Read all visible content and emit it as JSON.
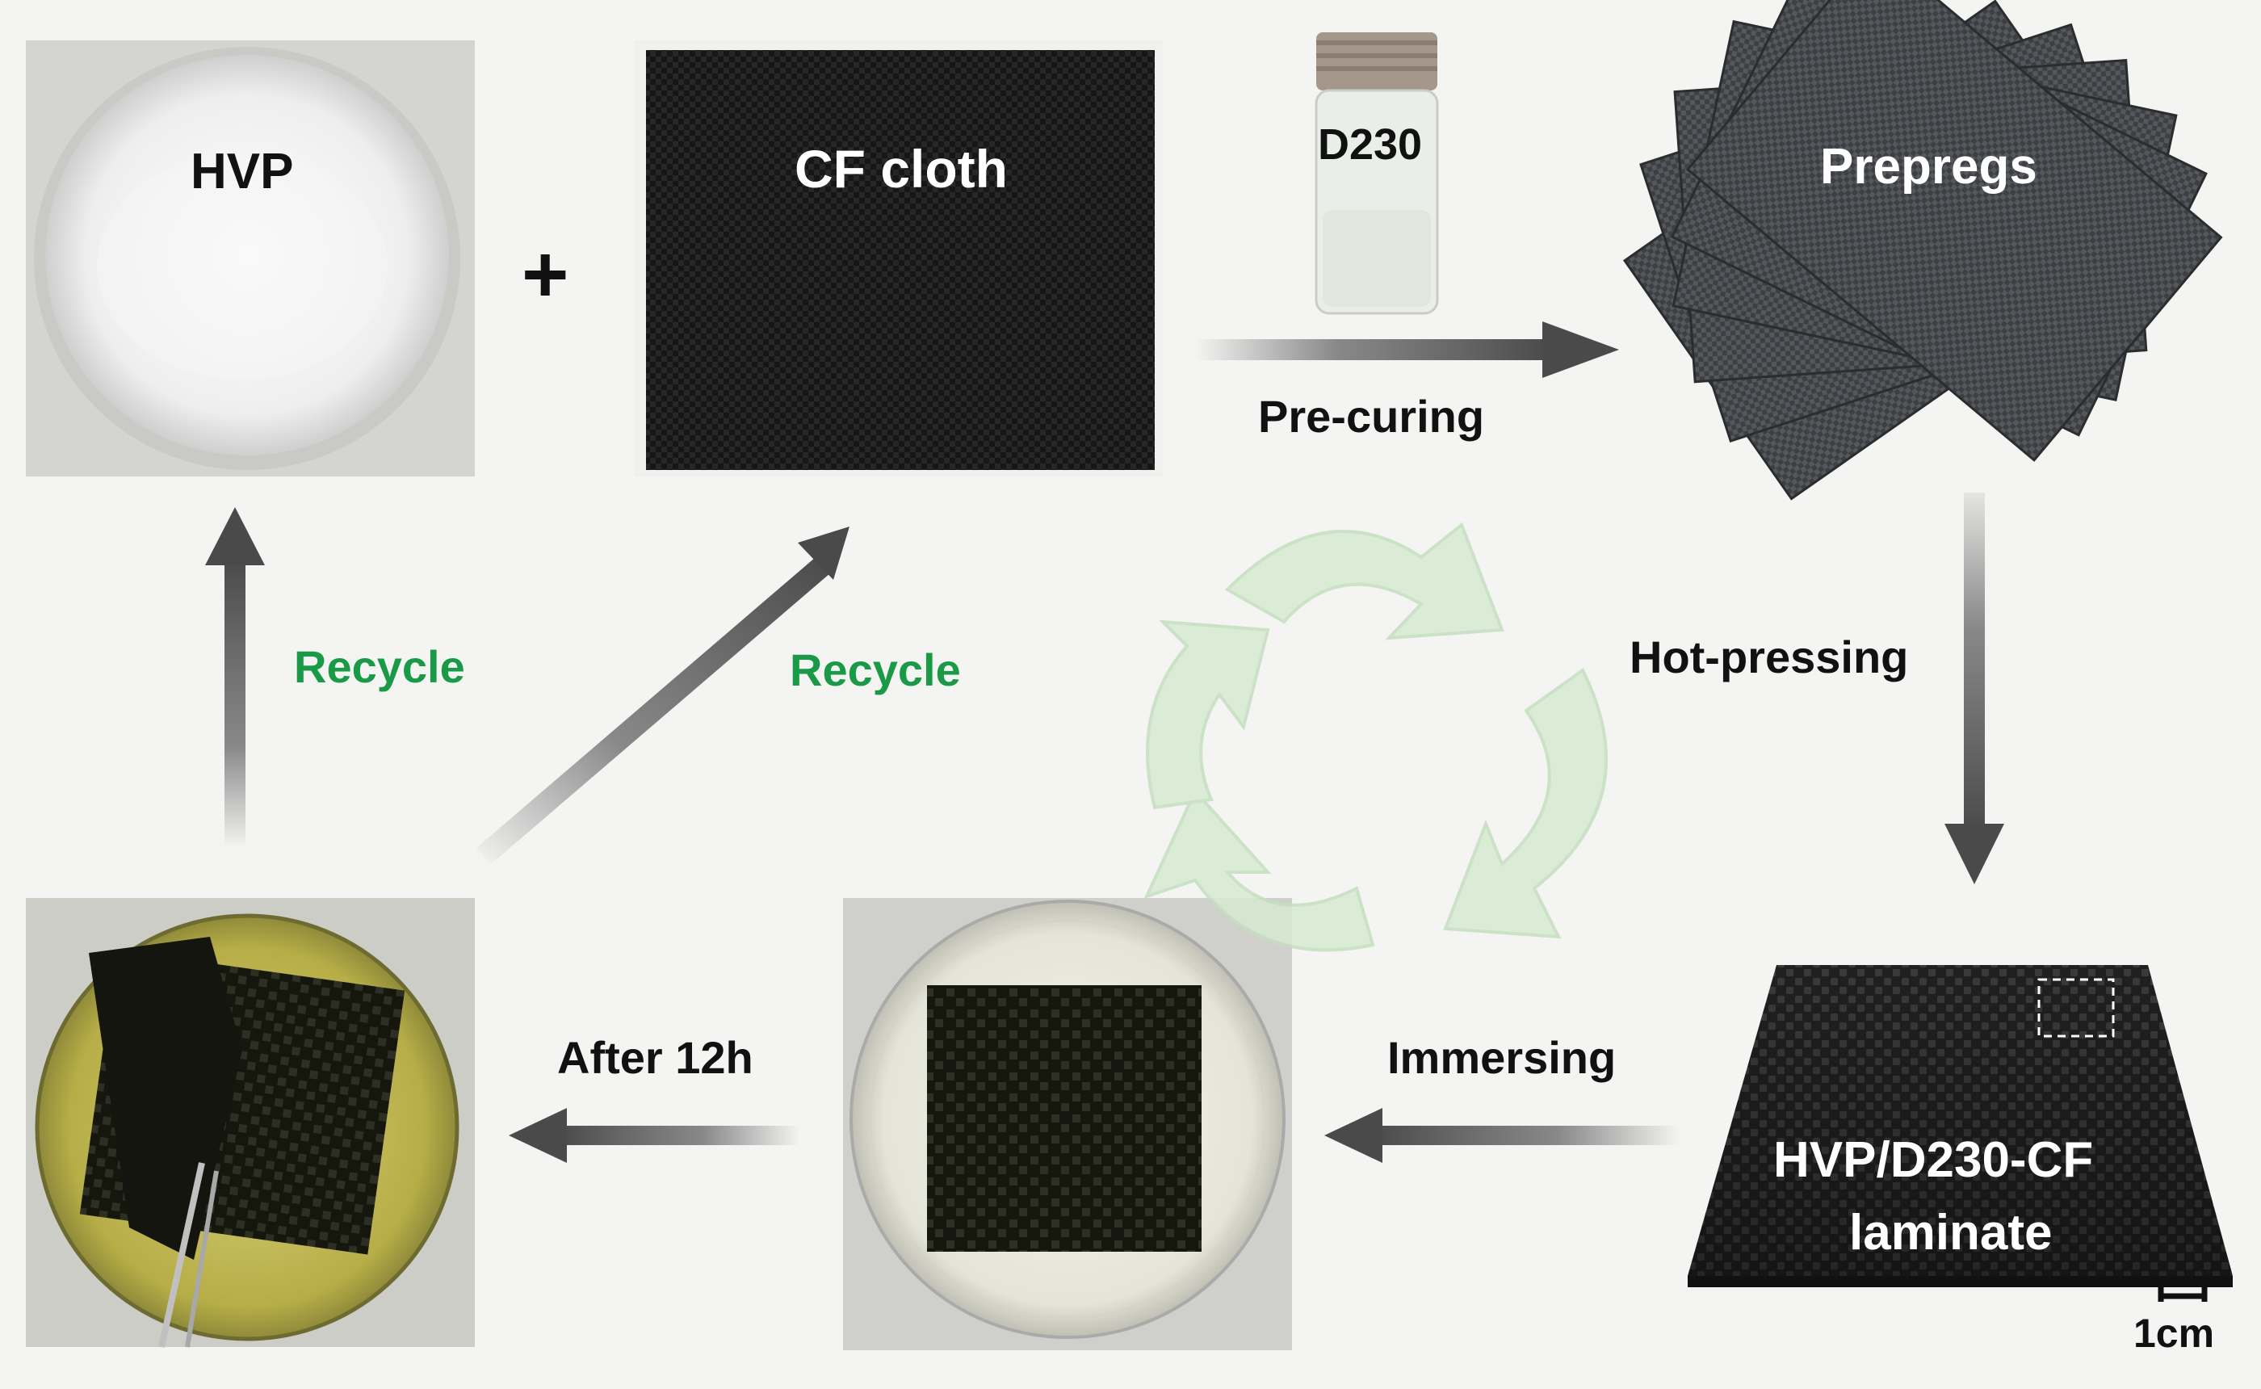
{
  "photos": {
    "hvp": "HVP",
    "cf_cloth": "CF cloth",
    "d230": "D230",
    "prepregs": "Prepregs",
    "laminate_line1": "HVP/D230-CF",
    "laminate_line2": "laminate"
  },
  "symbols": {
    "plus": "+"
  },
  "steps": {
    "pre_curing": "Pre-curing",
    "hot_pressing": "Hot-pressing",
    "immersing": "Immersing",
    "after_12h": "After 12h",
    "recycle_left": "Recycle",
    "recycle_middle": "Recycle"
  },
  "scale_bar": {
    "label": "1cm"
  },
  "colors": {
    "recycle_text": "#1a9a46",
    "recycle_symbol": "#d6ead2",
    "arrow": "#555555",
    "background": "#f4f4f3"
  }
}
